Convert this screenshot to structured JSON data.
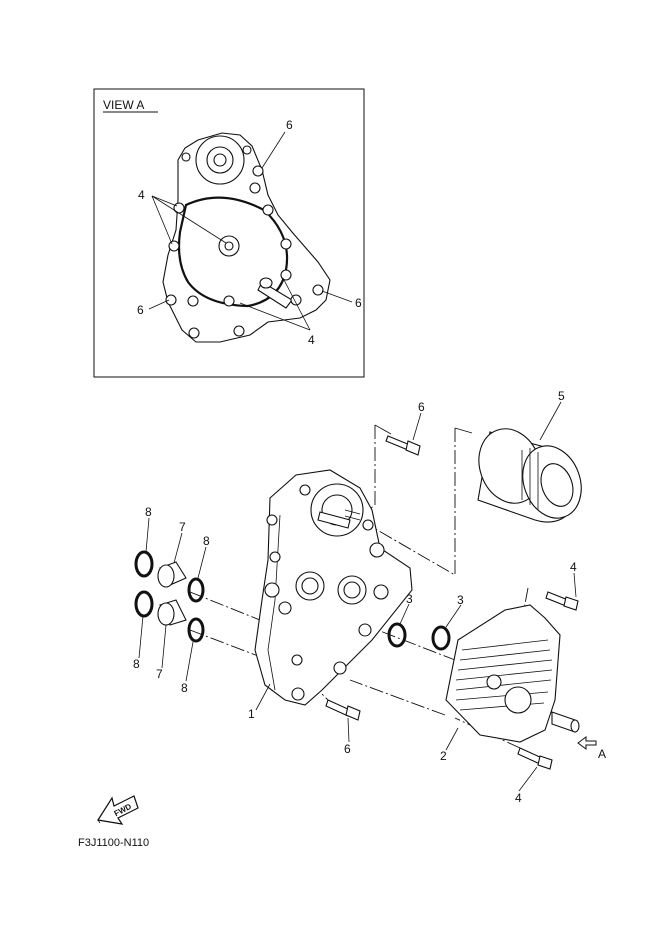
{
  "view_title": "VIEW A",
  "diagram_code": "F3J1100-N110",
  "fwd_label": "FWD",
  "arrow_label": "A",
  "callouts": {
    "view": [
      "6",
      "4",
      "6",
      "6",
      "4"
    ],
    "main": [
      "6",
      "5",
      "8",
      "7",
      "8",
      "8",
      "7",
      "8",
      "3",
      "3",
      "4",
      "1",
      "6",
      "2",
      "4"
    ]
  }
}
